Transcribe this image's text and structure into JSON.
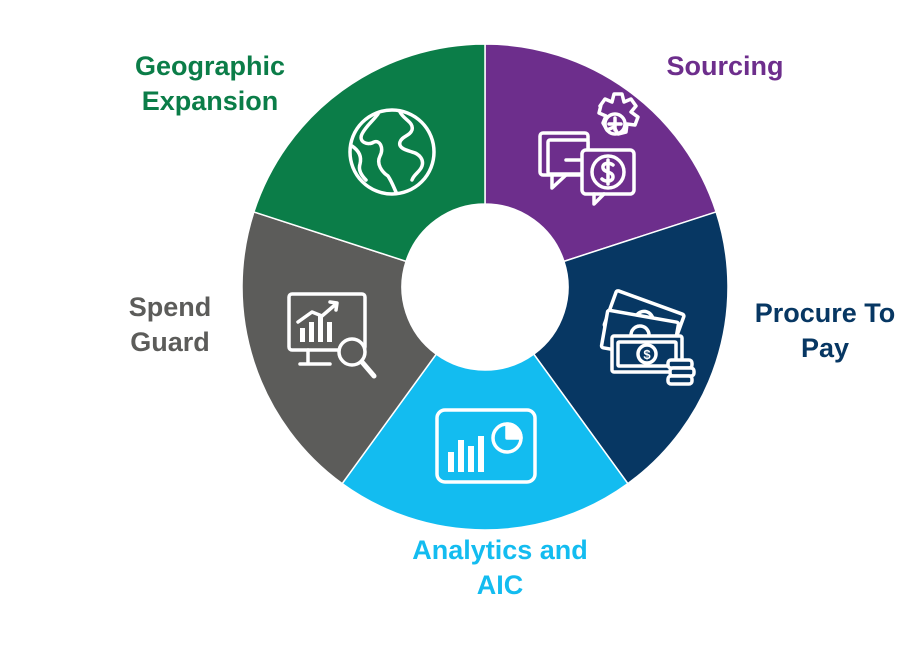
{
  "segments": [
    {
      "id": "sourcing",
      "label_lines": [
        "Sourcing"
      ],
      "color": "#6d2e8c",
      "icon": "chat-gear-dollar-icon"
    },
    {
      "id": "procure-to-pay",
      "label_lines": [
        "Procure To",
        "Pay"
      ],
      "color": "#073763",
      "icon": "banknotes-coins-icon"
    },
    {
      "id": "analytics",
      "label_lines": [
        "Analytics and",
        "AIC"
      ],
      "color": "#13bcf0",
      "icon": "dashboard-chart-icon"
    },
    {
      "id": "spend-guard",
      "label_lines": [
        "Spend",
        "Guard"
      ],
      "color": "#5c5c5a",
      "icon": "monitor-chart-magnifier-icon"
    },
    {
      "id": "geographic",
      "label_lines": [
        "Geographic",
        "Expansion"
      ],
      "color": "#0b7d48",
      "icon": "globe-icon"
    }
  ],
  "label_colors": {
    "sourcing": "#6d2e8c",
    "procure-to-pay": "#073763",
    "analytics": "#13bcf0",
    "spend-guard": "#5c5c5a",
    "geographic": "#0b7d48"
  },
  "center_color": "#ffffff"
}
